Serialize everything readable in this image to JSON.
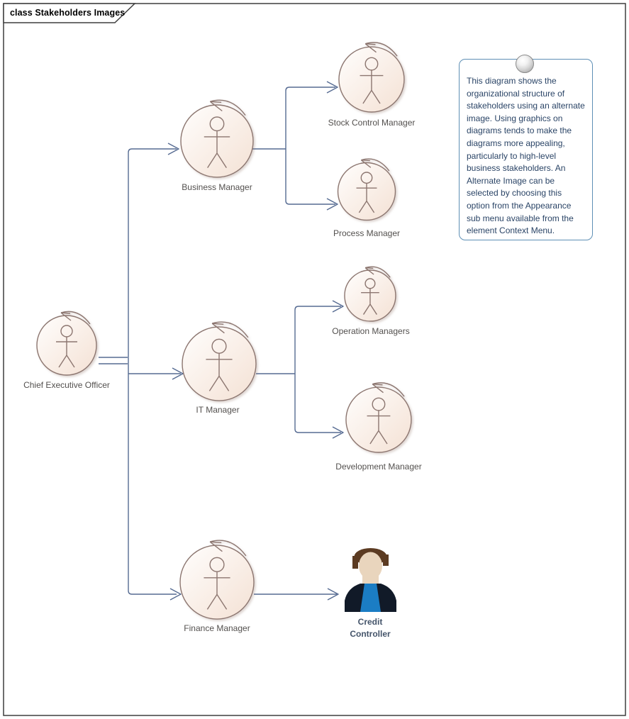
{
  "frame": {
    "title": "class Stakeholders Images"
  },
  "nodes": {
    "ceo": {
      "label": "Chief Executive Officer"
    },
    "business": {
      "label": "Business Manager"
    },
    "stock": {
      "label": "Stock Control Manager"
    },
    "process": {
      "label": "Process Manager"
    },
    "it": {
      "label": "IT Manager"
    },
    "operation": {
      "label": "Operation Managers"
    },
    "development": {
      "label": "Development Manager"
    },
    "finance": {
      "label": "Finance Manager"
    },
    "credit": {
      "label": "Credit Controller"
    }
  },
  "note": {
    "text": "This diagram shows the organizational structure of stakeholders using an alternate image. Using graphics on diagrams tends to make the diagrams more appealing, particularly to high-level business stakeholders. An Alternate Image can be selected by choosing this option from the Appearance sub menu available from the element Context Menu."
  },
  "icons": {
    "actor": "circle-stick-figure-with-rotation-hook",
    "note_pin": "gray-sphere",
    "credit_controller": "pixelated-person-photo"
  },
  "colors": {
    "connector": "#566B92",
    "actor_stroke": "#8C7670",
    "actor_fill": "#F4E1D4",
    "label": "#53504E",
    "frame_border": "#3F3F3F",
    "note_border": "#5E8FB5",
    "note_text": "#2A4466",
    "credit_label": "#44546A",
    "credit_suit": "#111A28",
    "credit_shirt": "#1B7DC4",
    "credit_hair": "#5C3B22",
    "credit_skin": "#E9D5BD"
  }
}
